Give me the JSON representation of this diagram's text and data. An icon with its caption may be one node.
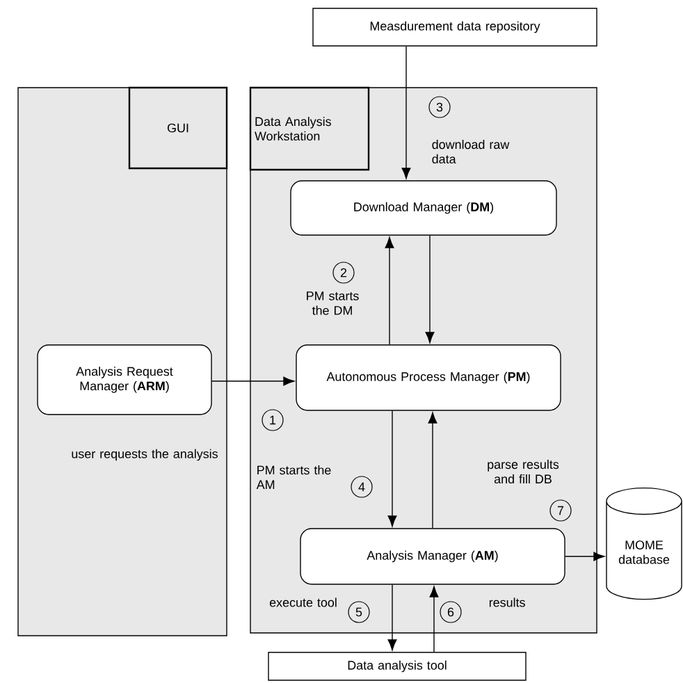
{
  "diagram": {
    "nodes": [
      {
        "text": [
          "GUI"
        ]
      },
      {
        "text": [
          "Data Analysis Workstation"
        ]
      },
      {
        "text": [
          "Measdurement data repository"
        ]
      },
      {
        "text": [
          "Download Manager (**DM**)"
        ],
        "in": 1
      },
      {
        "text": [
          "Analysis Request Manager (**ARM**)"
        ],
        "in": 0
      },
      {
        "text": [
          "Autonomous Process Manager (**PM**)"
        ],
        "in": 1
      },
      {
        "text": [
          "Analysis Manager (**AM**)"
        ],
        "in": 1
      },
      {
        "text": [
          "MOME database"
        ]
      },
      {
        "text": [
          "Data analysis tool"
        ]
      }
    ],
    "edges": [
      {
        "from": 2,
        "to": 3,
        "arrow": "to",
        "label": "download raw data"
      },
      {
        "from": 5,
        "to": 3,
        "arrow": "to",
        "label": "PM starts the DM"
      },
      {
        "from": 3,
        "to": 5,
        "arrow": "to"
      },
      {
        "from": 4,
        "to": 5,
        "arrow": "to"
      },
      {
        "from": 5,
        "to": 6,
        "arrow": "to",
        "label": "PM starts the AM"
      },
      {
        "from": 6,
        "to": 5,
        "arrow": "to",
        "label": "parse results and fill DB"
      },
      {
        "from": 6,
        "to": 7,
        "arrow": "to"
      },
      {
        "from": 6,
        "to": 8,
        "arrow": "to",
        "label": "execute tool"
      },
      {
        "from": 8,
        "to": 6,
        "arrow": "to",
        "label": "results"
      }
    ],
    "labels": [
      "3",
      "2",
      "1",
      "user requests the analysis",
      "4",
      "7",
      "5",
      "6"
    ]
  }
}
